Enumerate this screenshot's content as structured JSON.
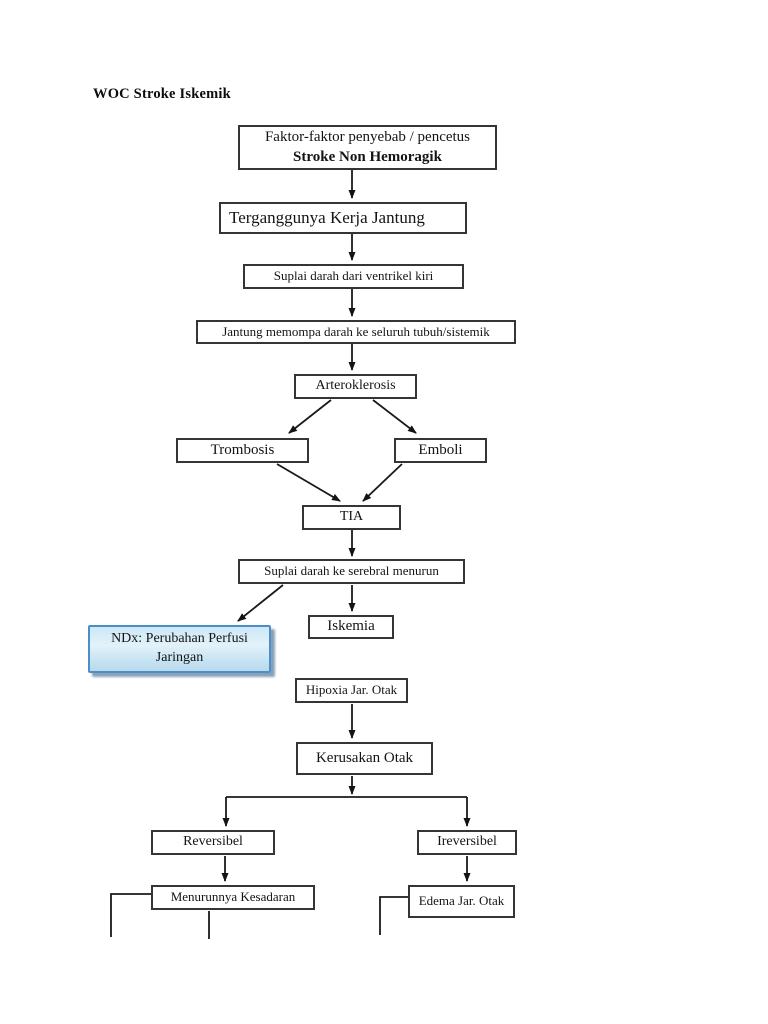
{
  "page": {
    "title": "WOC Stroke Iskemik"
  },
  "flowchart": {
    "nodes": {
      "factor": {
        "line1": "Faktor-faktor penyebab / pencetus",
        "line2": "Stroke Non Hemoragik"
      },
      "terganggu": {
        "label": "Terganggunya Kerja Jantung"
      },
      "suplai_ventrikel": {
        "label": "Suplai darah dari ventrikel kiri"
      },
      "jantung_memompa": {
        "label": "Jantung memompa darah ke seluruh tubuh/sistemik"
      },
      "arteroklerosis": {
        "label": "Arteroklerosis"
      },
      "trombosis": {
        "label": "Trombosis"
      },
      "emboli": {
        "label": "Emboli"
      },
      "tia": {
        "label": "TIA"
      },
      "suplai_serebral": {
        "label": "Suplai darah ke serebral menurun"
      },
      "ndx_perfusi": {
        "line1": "NDx: Perubahan Perfusi",
        "line2": "Jaringan"
      },
      "iskemia": {
        "label": "Iskemia"
      },
      "hipoxia": {
        "label": "Hipoxia Jar. Otak"
      },
      "kerusakan": {
        "label": "Kerusakan Otak"
      },
      "reversibel": {
        "label": "Reversibel"
      },
      "ireversibel": {
        "label": "Ireversibel"
      },
      "menurunnya_kesadaran": {
        "label": "Menurunnya Kesadaran"
      },
      "edema": {
        "label": "Edema Jar. Otak"
      }
    },
    "edges": [
      {
        "from": "factor",
        "to": "terganggu"
      },
      {
        "from": "terganggu",
        "to": "suplai_ventrikel"
      },
      {
        "from": "suplai_ventrikel",
        "to": "jantung_memompa"
      },
      {
        "from": "jantung_memompa",
        "to": "arteroklerosis"
      },
      {
        "from": "arteroklerosis",
        "to": "trombosis"
      },
      {
        "from": "arteroklerosis",
        "to": "emboli"
      },
      {
        "from": "trombosis",
        "to": "tia"
      },
      {
        "from": "emboli",
        "to": "tia"
      },
      {
        "from": "tia",
        "to": "suplai_serebral"
      },
      {
        "from": "suplai_serebral",
        "to": "ndx_perfusi"
      },
      {
        "from": "suplai_serebral",
        "to": "iskemia"
      },
      {
        "from": "hipoxia",
        "to": "kerusakan"
      },
      {
        "from": "kerusakan",
        "to": "reversibel"
      },
      {
        "from": "kerusakan",
        "to": "ireversibel"
      },
      {
        "from": "reversibel",
        "to": "menurunnya_kesadaran"
      },
      {
        "from": "ireversibel",
        "to": "edema"
      }
    ],
    "colors": {
      "box_border": "#353535",
      "line": "#1a1a1a",
      "ndx_border": "#4a8fc7",
      "ndx_fill_top": "#cde8f6",
      "ndx_fill_bottom": "#b9d9ec"
    }
  }
}
